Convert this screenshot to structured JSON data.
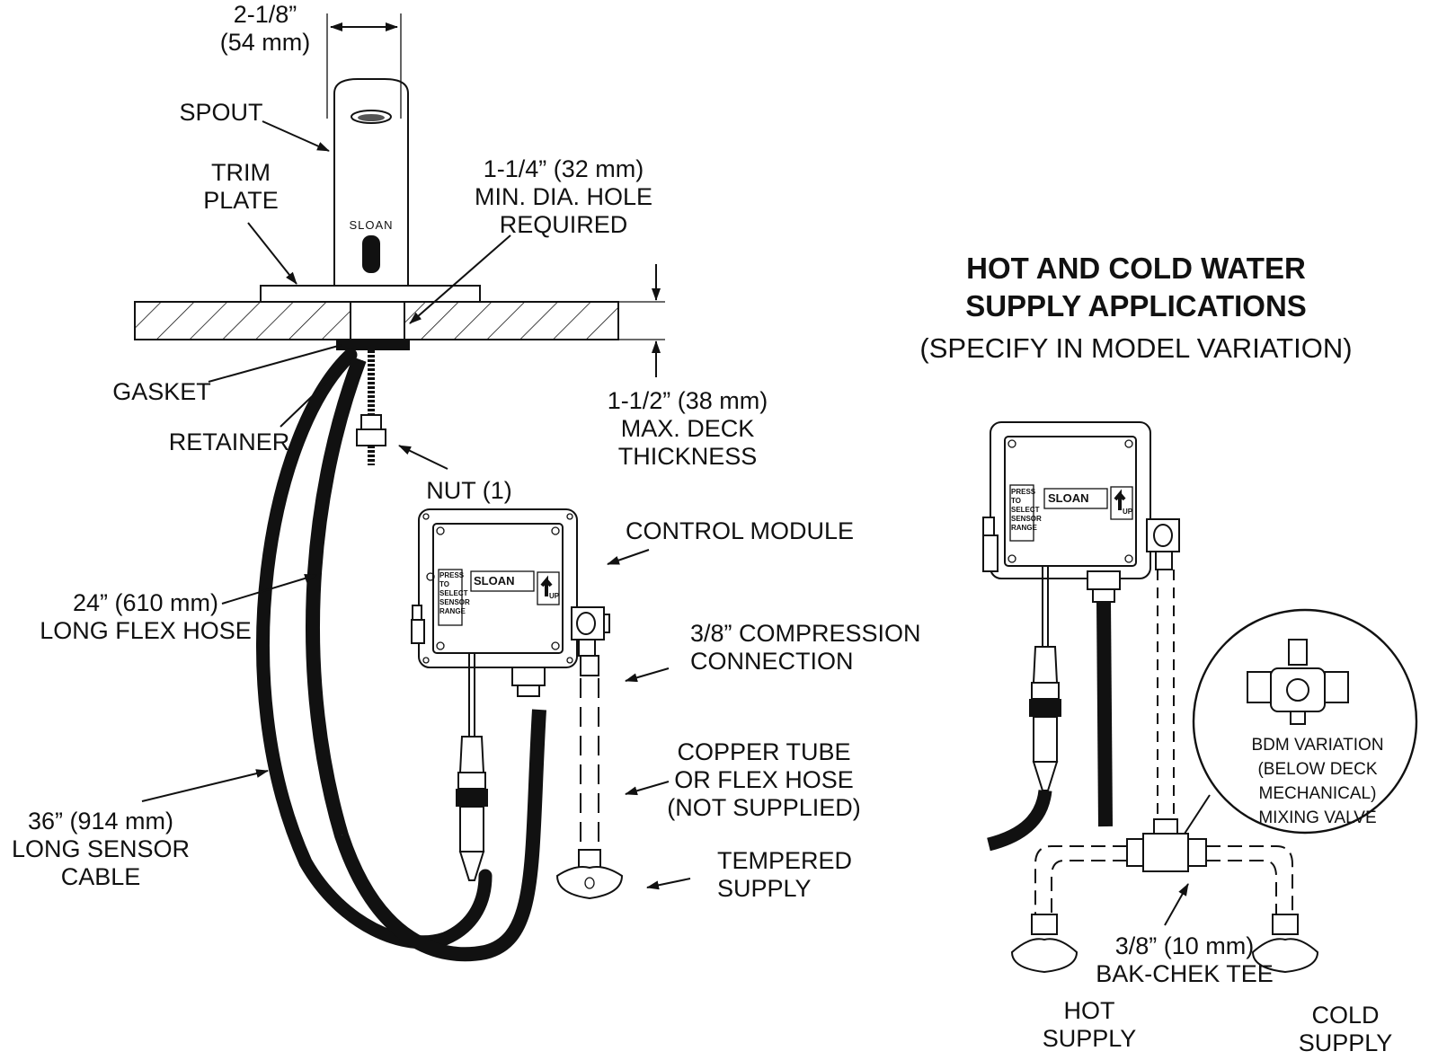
{
  "right_panel": {
    "title_line1": "HOT AND COLD WATER",
    "title_line2": "SUPPLY APPLICATIONS",
    "subtitle": "(SPECIFY IN MODEL VARIATION)"
  },
  "labels": {
    "spout_width": [
      "2-1/8”",
      "(54 mm)"
    ],
    "spout": "SPOUT",
    "trim_plate": [
      "TRIM",
      "PLATE"
    ],
    "hole": [
      "1-1/4” (32 mm)",
      "MIN. DIA. HOLE",
      "REQUIRED"
    ],
    "gasket": "GASKET",
    "retainer": "RETAINER",
    "deck": [
      "1-1/2” (38 mm)",
      "MAX. DECK",
      "THICKNESS"
    ],
    "nut": "NUT (1)",
    "control_module": "CONTROL MODULE",
    "flex_hose": [
      "24” (610 mm)",
      "LONG FLEX HOSE"
    ],
    "compression": [
      "3/8” COMPRESSION",
      "CONNECTION"
    ],
    "copper": [
      "COPPER TUBE",
      "OR  FLEX HOSE",
      "(NOT SUPPLIED)"
    ],
    "sensor_cable": [
      "36” (914 mm)",
      "LONG SENSOR",
      "CABLE"
    ],
    "tempered": [
      "TEMPERED",
      "SUPPLY"
    ],
    "bdm": [
      "BDM VARIATION",
      "(BELOW DECK",
      "MECHANICAL)",
      "MIXING VALVE"
    ],
    "tee": [
      "3/8” (10 mm)",
      "BAK-CHEK TEE"
    ],
    "hot": [
      "HOT",
      "SUPPLY"
    ],
    "cold": [
      "COLD",
      "SUPPLY"
    ]
  },
  "module_text": {
    "brand": "SLOAN",
    "spout_brand": "SLOAN",
    "press": [
      "PRESS",
      "TO",
      "SELECT",
      "SENSOR",
      "RANGE"
    ],
    "up": "UP"
  }
}
